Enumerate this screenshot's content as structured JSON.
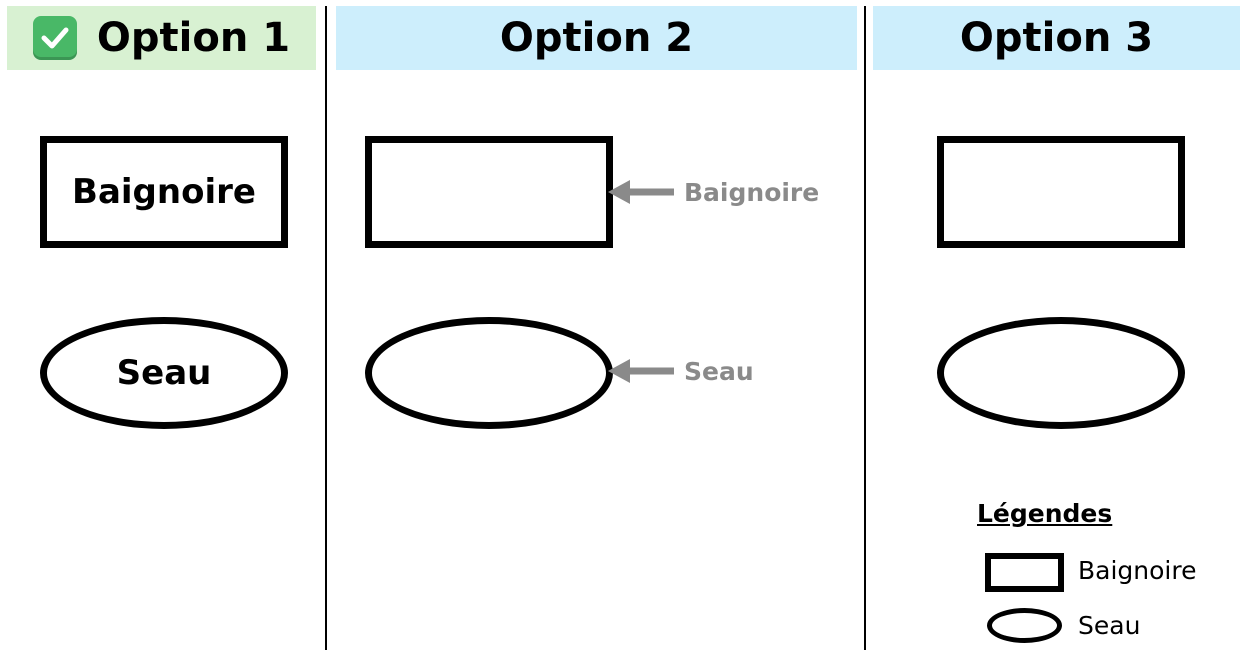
{
  "colors": {
    "header_selected_bg": "#d8f1d2",
    "header_bg": "#cdeefc",
    "check_bg": "#49b867",
    "callout_gray": "#8a8a8a",
    "stroke": "#000000"
  },
  "options": [
    {
      "title": "Option 1",
      "selected": true,
      "icon": "check-mark-icon",
      "rect_label": "Baignoire",
      "oval_label": "Seau"
    },
    {
      "title": "Option 2",
      "selected": false
    },
    {
      "title": "Option 3",
      "selected": false
    }
  ],
  "callouts": {
    "rect_label": "Baignoire",
    "oval_label": "Seau",
    "icon": "arrow-left-icon"
  },
  "legend": {
    "title": "Légendes",
    "items": [
      {
        "shape": "rectangle",
        "label": "Baignoire"
      },
      {
        "shape": "ellipse",
        "label": "Seau"
      }
    ]
  }
}
